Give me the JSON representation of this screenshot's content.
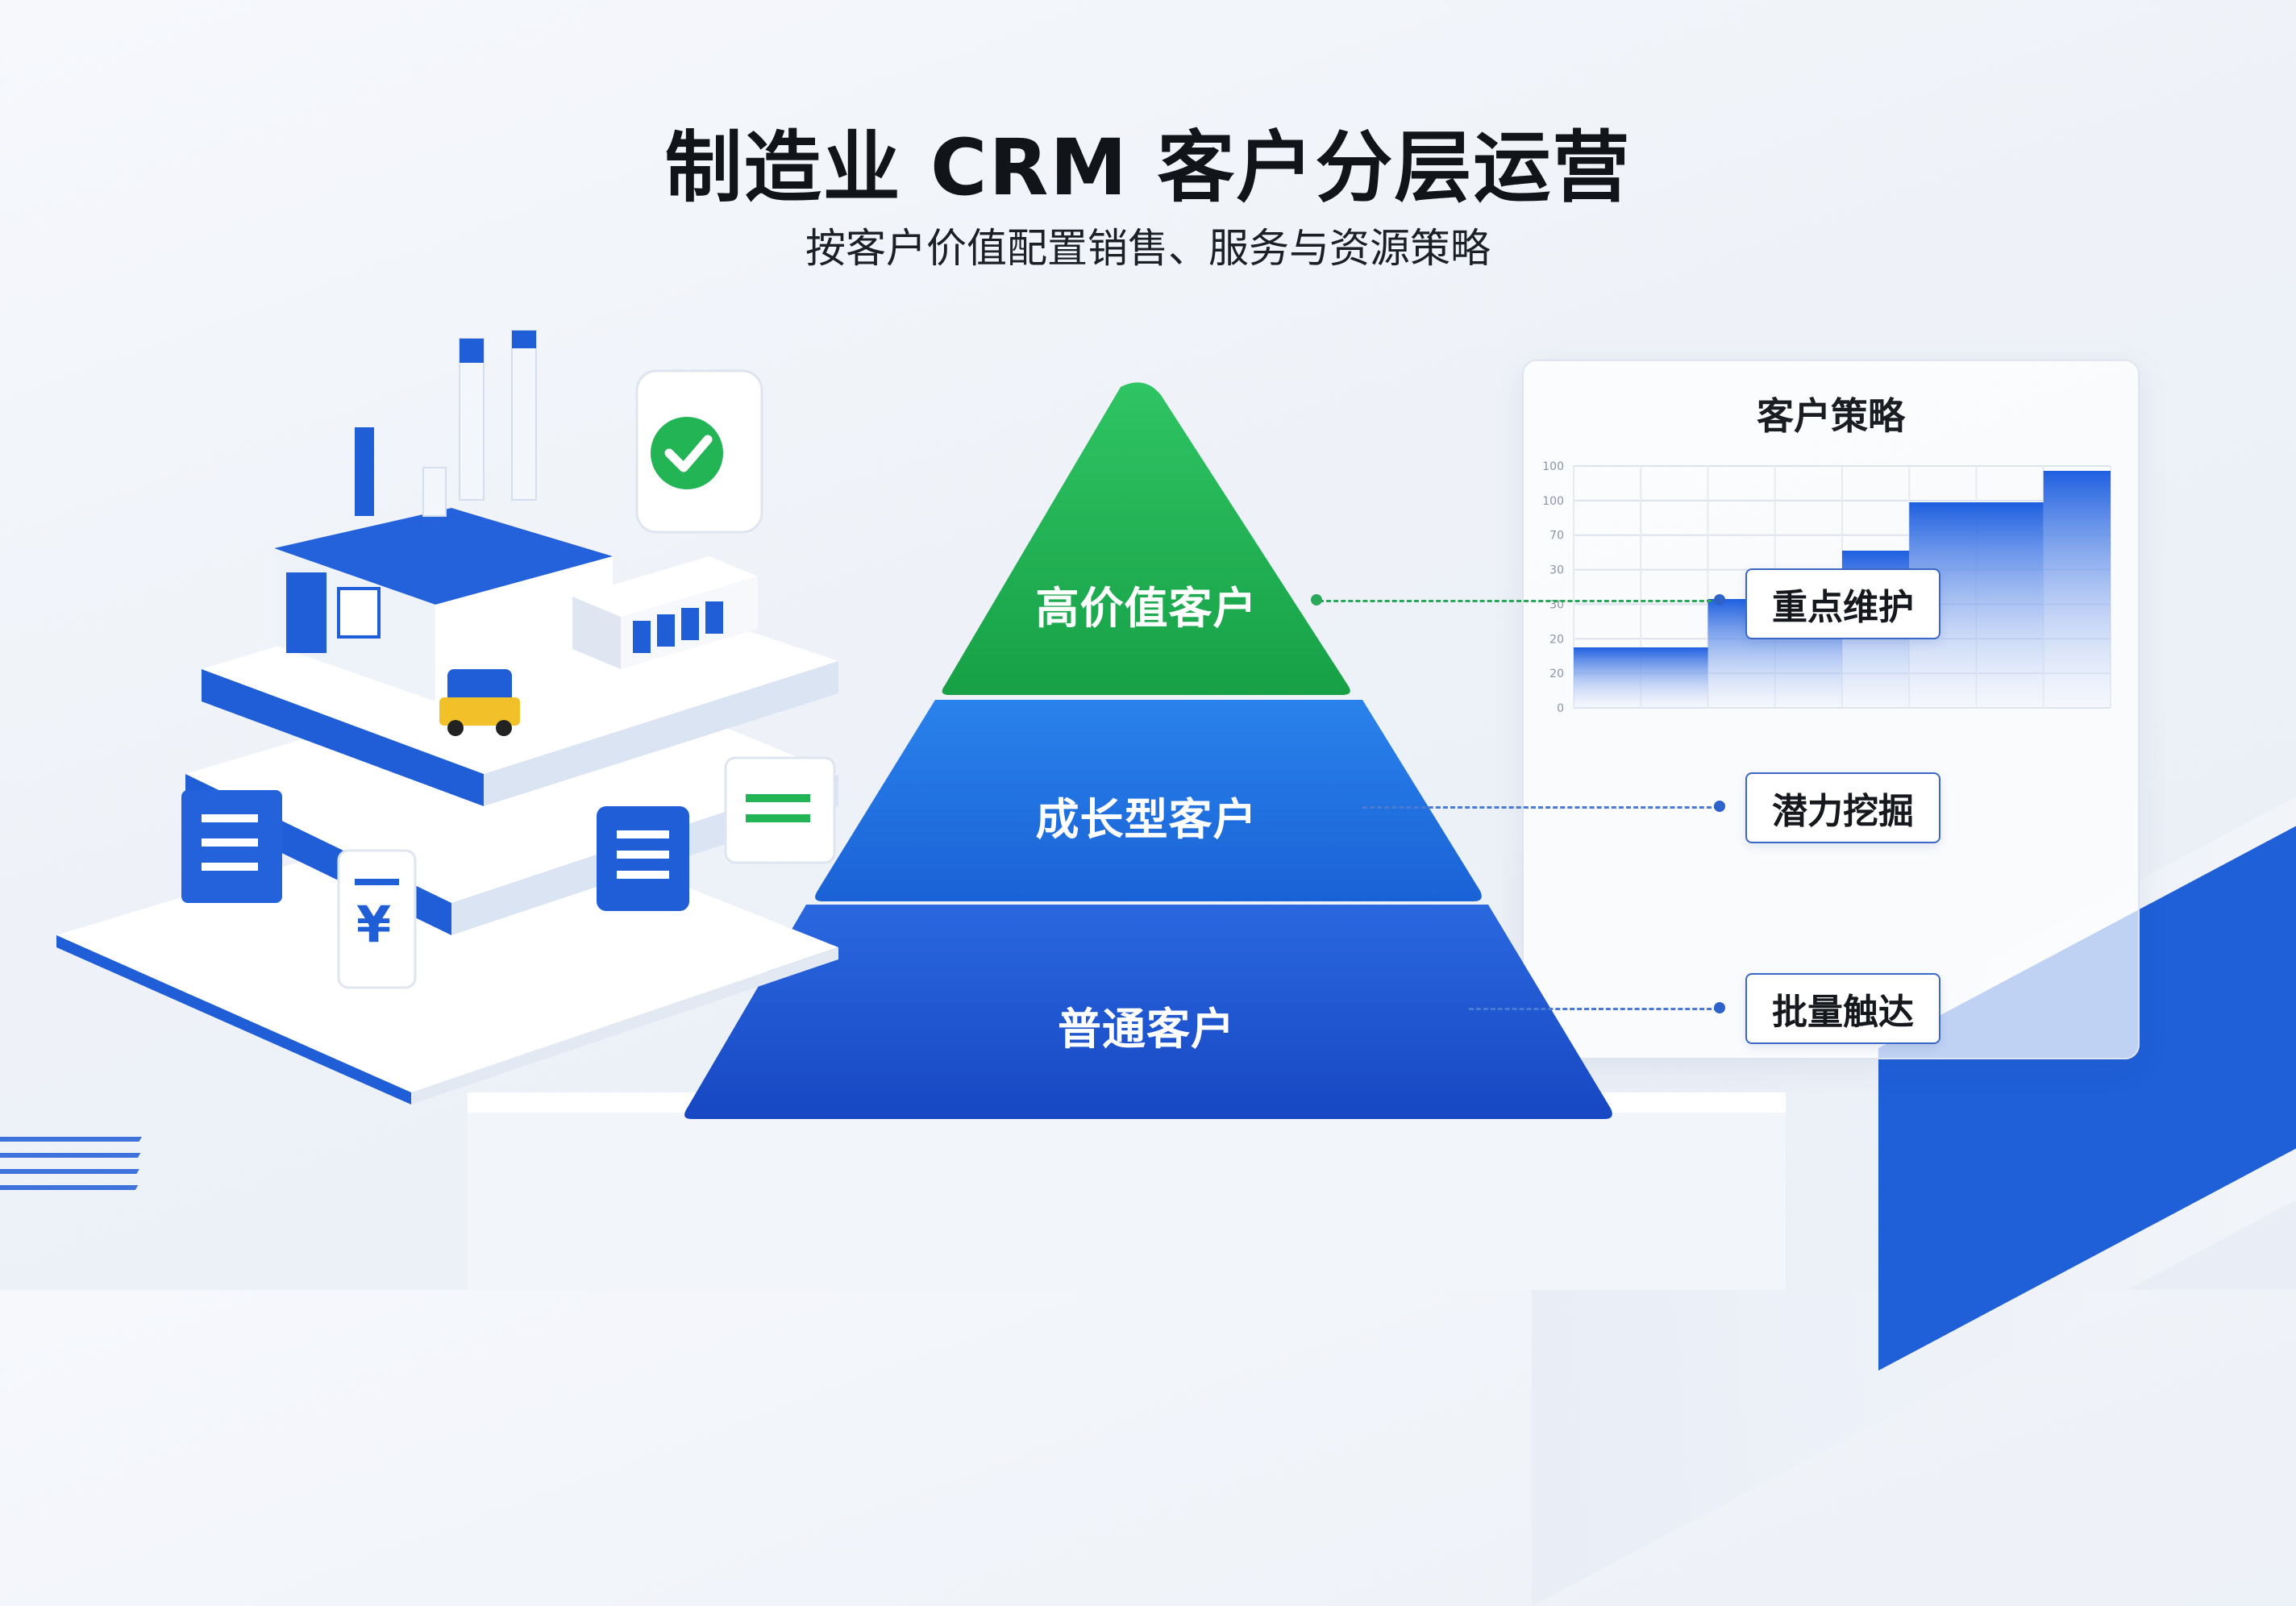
{
  "header": {
    "title": "制造业 CRM 客户分层运营",
    "subtitle": "按客户价值配置销售、服务与资源策略"
  },
  "pyramid": {
    "tiers": [
      {
        "label": "高价值客户",
        "color": "#21b352"
      },
      {
        "label": "成长型客户",
        "color": "#1f6fe0"
      },
      {
        "label": "普通客户",
        "color": "#1e56d4"
      }
    ]
  },
  "strategy_panel": {
    "title": "客户策略",
    "strategies": [
      "重点维护",
      "潜力挖掘",
      "批量触达"
    ]
  },
  "chart_data": {
    "type": "area",
    "y_tick_labels": [
      "0",
      "20",
      "20",
      "30",
      "30",
      "70",
      "100",
      "100"
    ],
    "title": "",
    "xlabel": "",
    "ylabel": ""
  },
  "factory": {
    "badges": {
      "check": "check-icon",
      "currency": "¥"
    }
  },
  "colors": {
    "blue": "#1e56d4",
    "green": "#21b352",
    "accent": "#2c62c9"
  }
}
